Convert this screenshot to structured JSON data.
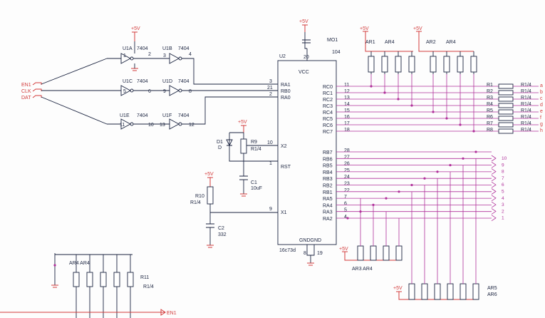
{
  "power": {
    "plus5": "+5V"
  },
  "inverters": [
    {
      "ref": "U1A",
      "part": "7404",
      "in": "1",
      "out": "2"
    },
    {
      "ref": "U1B",
      "part": "7404",
      "in": "3",
      "out": "4"
    },
    {
      "ref": "U1C",
      "part": "7404",
      "in": "5",
      "out": "6"
    },
    {
      "ref": "U1D",
      "part": "7404",
      "in": "9",
      "out": "8"
    },
    {
      "ref": "U1E",
      "part": "7404",
      "in": "11",
      "out": "10"
    },
    {
      "ref": "U1F",
      "part": "7404",
      "in": "13",
      "out": "12"
    }
  ],
  "inputs": [
    "EN1",
    "CLK",
    "DAT"
  ],
  "mcu": {
    "ref": "U2",
    "part": "16c73d",
    "vcc": "VCC",
    "gnd": "GNDGND",
    "vcc_pin": "20",
    "gnd_pins": [
      "8",
      "19"
    ],
    "left_pins": [
      {
        "num": "3",
        "name": "RA1"
      },
      {
        "num": "21",
        "name": "RB0"
      },
      {
        "num": "2",
        "name": "RA0"
      },
      {
        "num": "10",
        "name": "X2"
      },
      {
        "num": "1",
        "name": "RST"
      },
      {
        "num": "9",
        "name": "X1"
      }
    ],
    "right_top": [
      {
        "num": "11",
        "name": "RC0"
      },
      {
        "num": "12",
        "name": "RC1"
      },
      {
        "num": "13",
        "name": "RC2"
      },
      {
        "num": "14",
        "name": "RC3"
      },
      {
        "num": "15",
        "name": "RC4"
      },
      {
        "num": "16",
        "name": "RC5"
      },
      {
        "num": "17",
        "name": "RC6"
      },
      {
        "num": "18",
        "name": "RC7"
      }
    ],
    "right_bottom": [
      {
        "num": "28",
        "name": "RB7"
      },
      {
        "num": "27",
        "name": "RB6"
      },
      {
        "num": "26",
        "name": "RB5"
      },
      {
        "num": "25",
        "name": "RB4"
      },
      {
        "num": "24",
        "name": "RB3"
      },
      {
        "num": "23",
        "name": "RB2"
      },
      {
        "num": "22",
        "name": "RB1"
      },
      {
        "num": "7",
        "name": "RA5"
      },
      {
        "num": "6",
        "name": "RA4"
      },
      {
        "num": "5",
        "name": "RA3"
      },
      {
        "num": "4",
        "name": "RA2"
      }
    ]
  },
  "mo1": {
    "ref": "MO1",
    "value": "104"
  },
  "arrays_top": [
    "AR1",
    "AR4",
    "AR2",
    "AR4"
  ],
  "row_resistors": [
    {
      "ref": "R1",
      "val": "R1/4"
    },
    {
      "ref": "R2",
      "val": "R1/4"
    },
    {
      "ref": "R3",
      "val": "R1/4"
    },
    {
      "ref": "R4",
      "val": "R1/4"
    },
    {
      "ref": "R5",
      "val": "R1/4"
    },
    {
      "ref": "R6",
      "val": "R1/4"
    },
    {
      "ref": "R7",
      "val": "R1/4"
    },
    {
      "ref": "R8",
      "val": "R1/4"
    }
  ],
  "row_out_labels": [
    "a",
    "b",
    "c",
    "d",
    "e",
    "f",
    "g",
    "h"
  ],
  "reset": {
    "d1": "D1",
    "d1_val": "D",
    "r9": "R9",
    "r9_val": "R1/4",
    "c1": "C1",
    "c1_val": "10uF"
  },
  "osc": {
    "r10": "R10",
    "r10_val": "R1/4",
    "c2": "C2",
    "c2_val": "332"
  },
  "connector_labels": [
    "10",
    "9",
    "8",
    "7",
    "6",
    "5",
    "4",
    "3",
    "2",
    "1"
  ],
  "bottom_left": {
    "ar": "AR4 AR4",
    "r11": "R11",
    "r11_val": "R1/4",
    "en1": "EN1"
  },
  "bottom_mid": {
    "ar": "AR3 AR4"
  },
  "bottom_right": {
    "ar5": "AR5",
    "ar6": "AR6"
  }
}
